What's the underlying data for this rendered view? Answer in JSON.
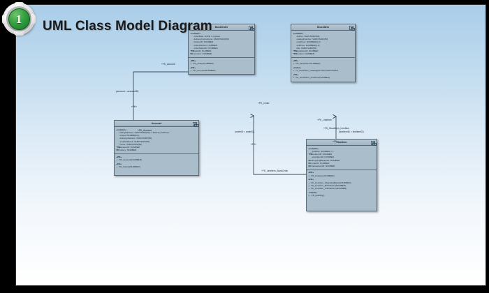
{
  "slide": {
    "badge_number": "1",
    "title": "UML Class Model Diagram",
    "background_top_color": "#aacde8",
    "background_bottom_color": "#ffffff",
    "class_box_color": "#a9bdcb",
    "class_header_color": "#9fb3c2",
    "border_color": "#5d6b76"
  },
  "classes": [
    {
      "id": "bookorder",
      "name": "BookOrder",
      "sections": [
        {
          "stereotype": "«column»",
          "rows": [
            {
              "tag": "",
              "text": "orderDate: DATE = sysdate"
            },
            {
              "tag": "",
              "text": "deliveryInstructions: VARCHAR2(50)"
            },
            {
              "tag": "",
              "text": "trackerID: NUMBER"
            },
            {
              "tag": "",
              "text": "orderNumber: NUMBER"
            },
            {
              "tag": "",
              "text": "orderStatusID: NUMBER"
            },
            {
              "tag": "*PK",
              "text": "orderID: NUMBER"
            },
            {
              "tag": "FK",
              "text": "account: NUMBER"
            }
          ]
        },
        {
          "stereotype": "«PK»",
          "rows": [
            {
              "tag": "+",
              "text": "PK_Order(NUMBER)"
            }
          ]
        },
        {
          "stereotype": "«FK»",
          "rows": [
            {
              "tag": "+",
              "text": "FK_account(NUMBER)"
            }
          ]
        }
      ]
    },
    {
      "id": "stockitem",
      "name": "StockItem",
      "sections": [
        {
          "stereotype": "«column»",
          "rows": [
            {
              "tag": "",
              "text": "Author: VARCHAR2(50)"
            },
            {
              "tag": "",
              "text": "catalogNumber: VARCHAR2(50)"
            },
            {
              "tag": "",
              "text": "costPrice: NUMBER(6,2)"
            },
            {
              "tag": "",
              "text": "sellPrice: NUMBER(6,2)"
            },
            {
              "tag": "",
              "text": "title: VARCHAR2(50)"
            },
            {
              "tag": "*PK",
              "text": "stockItemID: NUMBER"
            },
            {
              "tag": "*FK",
              "text": "lineItem: NUMBER"
            }
          ]
        },
        {
          "stereotype": "«PK»",
          "rows": [
            {
              "tag": "+",
              "text": "PK_StockItem(NUMBER)"
            }
          ]
        },
        {
          "stereotype": "«index»",
          "rows": [
            {
              "tag": "+",
              "text": "IX_StockItem_CatalogNumber(VARCHAR2)"
            }
          ]
        },
        {
          "stereotype": "«FK»",
          "rows": [
            {
              "tag": "+",
              "text": "FK_StockItem_LineItem(NUMBER)"
            }
          ]
        }
      ]
    },
    {
      "id": "account",
      "name": "Account",
      "sections": [
        {
          "stereotype": "«column»",
          "rows": [
            {
              "tag": "",
              "text": "billingAddress: VARCHAR2(50) = 'Delivery Address'"
            },
            {
              "tag": "",
              "text": "closed: NUMBER(1)"
            },
            {
              "tag": "",
              "text": "deliveryAddress: VARCHAR2(50)"
            },
            {
              "tag": "",
              "text": "emailAddress: VARCHAR2(50)"
            },
            {
              "tag": "",
              "text": "name: VARCHAR2(50)"
            },
            {
              "tag": "*PK",
              "text": "accountID: NUMBER"
            },
            {
              "tag": "FK",
              "text": "history: NUMBER"
            }
          ]
        },
        {
          "stereotype": "«PK»",
          "rows": [
            {
              "tag": "+",
              "text": "PK_Account(NUMBER)"
            }
          ]
        },
        {
          "stereotype": "«FK»",
          "rows": [
            {
              "tag": "+",
              "text": "FK_history(NUMBER)"
            }
          ]
        }
      ]
    },
    {
      "id": "lineitem",
      "name": "LineItem",
      "sections": [
        {
          "stereotype": "«column»",
          "rows": [
            {
              "tag": "",
              "text": "quantity: NUMBER = 1"
            },
            {
              "tag": "*PK",
              "text": "lineItemID: NUMBER"
            },
            {
              "tag": "",
              "text": "stockItemID: NUMBER"
            },
            {
              "tag": "FK",
              "text": "shoppingBasketID: NUMBER"
            },
            {
              "tag": "FK",
              "text": "orderID: NUMBER"
            },
            {
              "tag": "FK",
              "text": "transactionID: NUMBER"
            }
          ]
        },
        {
          "stereotype": "«PK»",
          "rows": [
            {
              "tag": "+",
              "text": "PK_LineItem(NUMBER)"
            }
          ]
        },
        {
          "stereotype": "«FK»",
          "rows": [
            {
              "tag": "+",
              "text": "FK_LineItem_ShoppingBasket(NUMBER)"
            },
            {
              "tag": "+",
              "text": "FK_LineItem_BookOrder(NUMBER)"
            },
            {
              "tag": "+",
              "text": "FK_LineItem_Transaction(NUMBER)"
            }
          ]
        },
        {
          "stereotype": "«check»",
          "rows": [
            {
              "tag": "+",
              "text": "CK_quantity()"
            }
          ]
        }
      ]
    }
  ],
  "connectors": [
    {
      "id": "acct-role",
      "label": "+FK_account"
    },
    {
      "id": "acct-expr",
      "label": "(account = accountID)"
    },
    {
      "id": "acct-stereo",
      "label": "«FK»"
    },
    {
      "id": "acct-target",
      "label": "+PK_Account"
    },
    {
      "id": "order-role",
      "label": "+PK_Order"
    },
    {
      "id": "order-expr",
      "label": "(orderID = orderID)"
    },
    {
      "id": "order-stereo",
      "label": "«FK»"
    },
    {
      "id": "order-target",
      "label": "+FK_LineItem_BookOrder"
    },
    {
      "id": "stock-role",
      "label": "+PK_LineItem"
    },
    {
      "id": "stock-expr",
      "label": "(lineItemID = lineItemID)"
    },
    {
      "id": "stock-stereo",
      "label": "«FK»"
    },
    {
      "id": "stock-target",
      "label": "+FK_StockItem_LineItem"
    }
  ]
}
